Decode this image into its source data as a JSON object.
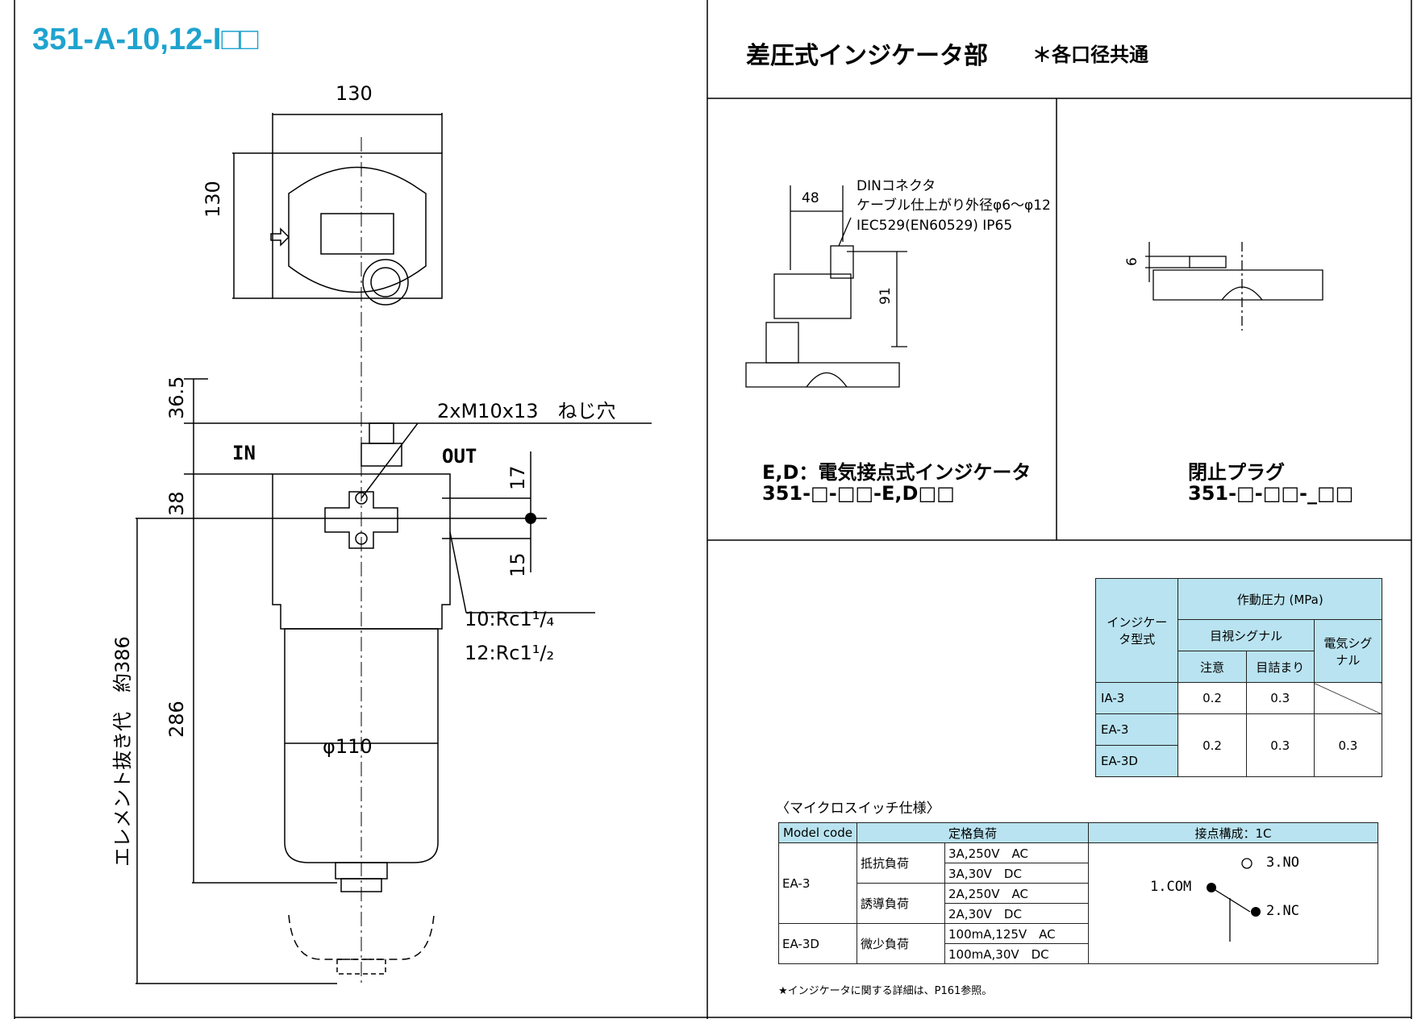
{
  "title": "351-A-10,12-I□□",
  "left": {
    "dims": {
      "top_width": "130",
      "top_height": "130",
      "head_offset": "36.5",
      "port_height": "38",
      "body_length": "286",
      "element_removal": "エレメント抜き代　約386",
      "diameter": "φ110",
      "thread": "2xM10x13　ねじ穴",
      "port_in": "IN",
      "port_out": "OUT",
      "upper_hole": "17",
      "lower_hole": "15",
      "port10": "10:Rc1¹/₄",
      "port12": "12:Rc1¹/₂"
    }
  },
  "right": {
    "header": "差圧式インジケータ部",
    "header_note": "＊各口径共通",
    "ed": {
      "din": "DINコネクタ",
      "cable": "ケーブル仕上がり外径φ6～φ12",
      "iec": "IEC529(EN60529)  IP65",
      "dim48": "48",
      "dim91": "91",
      "caption1": "E,D：電気接点式インジケータ",
      "caption2": "351-□-□□-E,D□□"
    },
    "plug": {
      "dim6": "6",
      "caption1": "閉止プラグ",
      "caption2": "351-□-□□-_□□"
    },
    "pressure_table": {
      "h_type": "インジケータ型式",
      "h_pressure": "作動圧力 (MPa)",
      "h_visual": "目視シグナル",
      "h_electric": "電気シグナル",
      "h_caution": "注意",
      "h_clog": "目詰まり",
      "rows": [
        {
          "type": "IA-3",
          "caution": "0.2",
          "clog": "0.3",
          "electric": ""
        },
        {
          "type": "EA-3",
          "caution": "0.2",
          "clog": "0.3",
          "electric": "0.3"
        },
        {
          "type": "EA-3D"
        }
      ]
    },
    "switch": {
      "title": "〈マイクロスイッチ仕様〉",
      "h_model": "Model code",
      "h_rated": "定格負荷",
      "h_contact": "接点構成：1C",
      "models": [
        "EA-3",
        "EA-3D"
      ],
      "loads": [
        "抵抗負荷",
        "誘導負荷",
        "微少負荷"
      ],
      "ratings": [
        "3A,250V　AC",
        "3A,30V　DC",
        "2A,250V　AC",
        "2A,30V　DC",
        "100mA,125V　AC",
        "100mA,30V　DC"
      ],
      "terminals": {
        "no": "3.NO",
        "com": "1.COM",
        "nc": "2.NC"
      },
      "note": "★インジケータに関する詳細は、P161参照。"
    }
  }
}
